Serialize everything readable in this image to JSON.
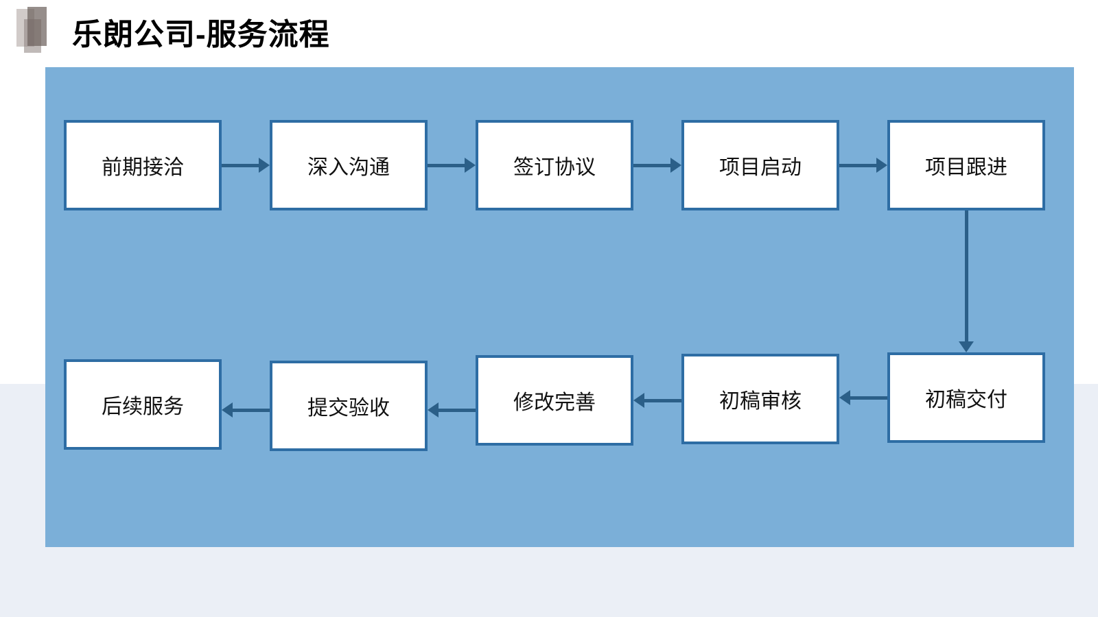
{
  "header": {
    "title": "乐朗公司-服务流程"
  },
  "flow": {
    "steps": [
      {
        "id": "initial-contact",
        "label": "前期接洽"
      },
      {
        "id": "deep-communication",
        "label": "深入沟通"
      },
      {
        "id": "sign-agreement",
        "label": "签订协议"
      },
      {
        "id": "project-kickoff",
        "label": "项目启动"
      },
      {
        "id": "project-followup",
        "label": "项目跟进"
      },
      {
        "id": "draft-delivery",
        "label": "初稿交付"
      },
      {
        "id": "draft-review",
        "label": "初稿审核"
      },
      {
        "id": "revision",
        "label": "修改完善"
      },
      {
        "id": "submit-acceptance",
        "label": "提交验收"
      },
      {
        "id": "followup-service",
        "label": "后续服务"
      }
    ],
    "connections": [
      {
        "from": "前期接洽",
        "to": "深入沟通",
        "direction": "right"
      },
      {
        "from": "深入沟通",
        "to": "签订协议",
        "direction": "right"
      },
      {
        "from": "签订协议",
        "to": "项目启动",
        "direction": "right"
      },
      {
        "from": "项目启动",
        "to": "项目跟进",
        "direction": "right"
      },
      {
        "from": "项目跟进",
        "to": "初稿交付",
        "direction": "down"
      },
      {
        "from": "初稿交付",
        "to": "初稿审核",
        "direction": "left"
      },
      {
        "from": "初稿审核",
        "to": "修改完善",
        "direction": "left"
      },
      {
        "from": "修改完善",
        "to": "提交验收",
        "direction": "left"
      },
      {
        "from": "提交验收",
        "to": "后续服务",
        "direction": "left"
      }
    ]
  },
  "colors": {
    "panel_background": "#7bafd8",
    "box_border": "#2e6da4",
    "arrow": "#2b5f88",
    "bottom_band": "#ebeff6",
    "box_fill": "#ffffff",
    "title_text": "#000000"
  }
}
